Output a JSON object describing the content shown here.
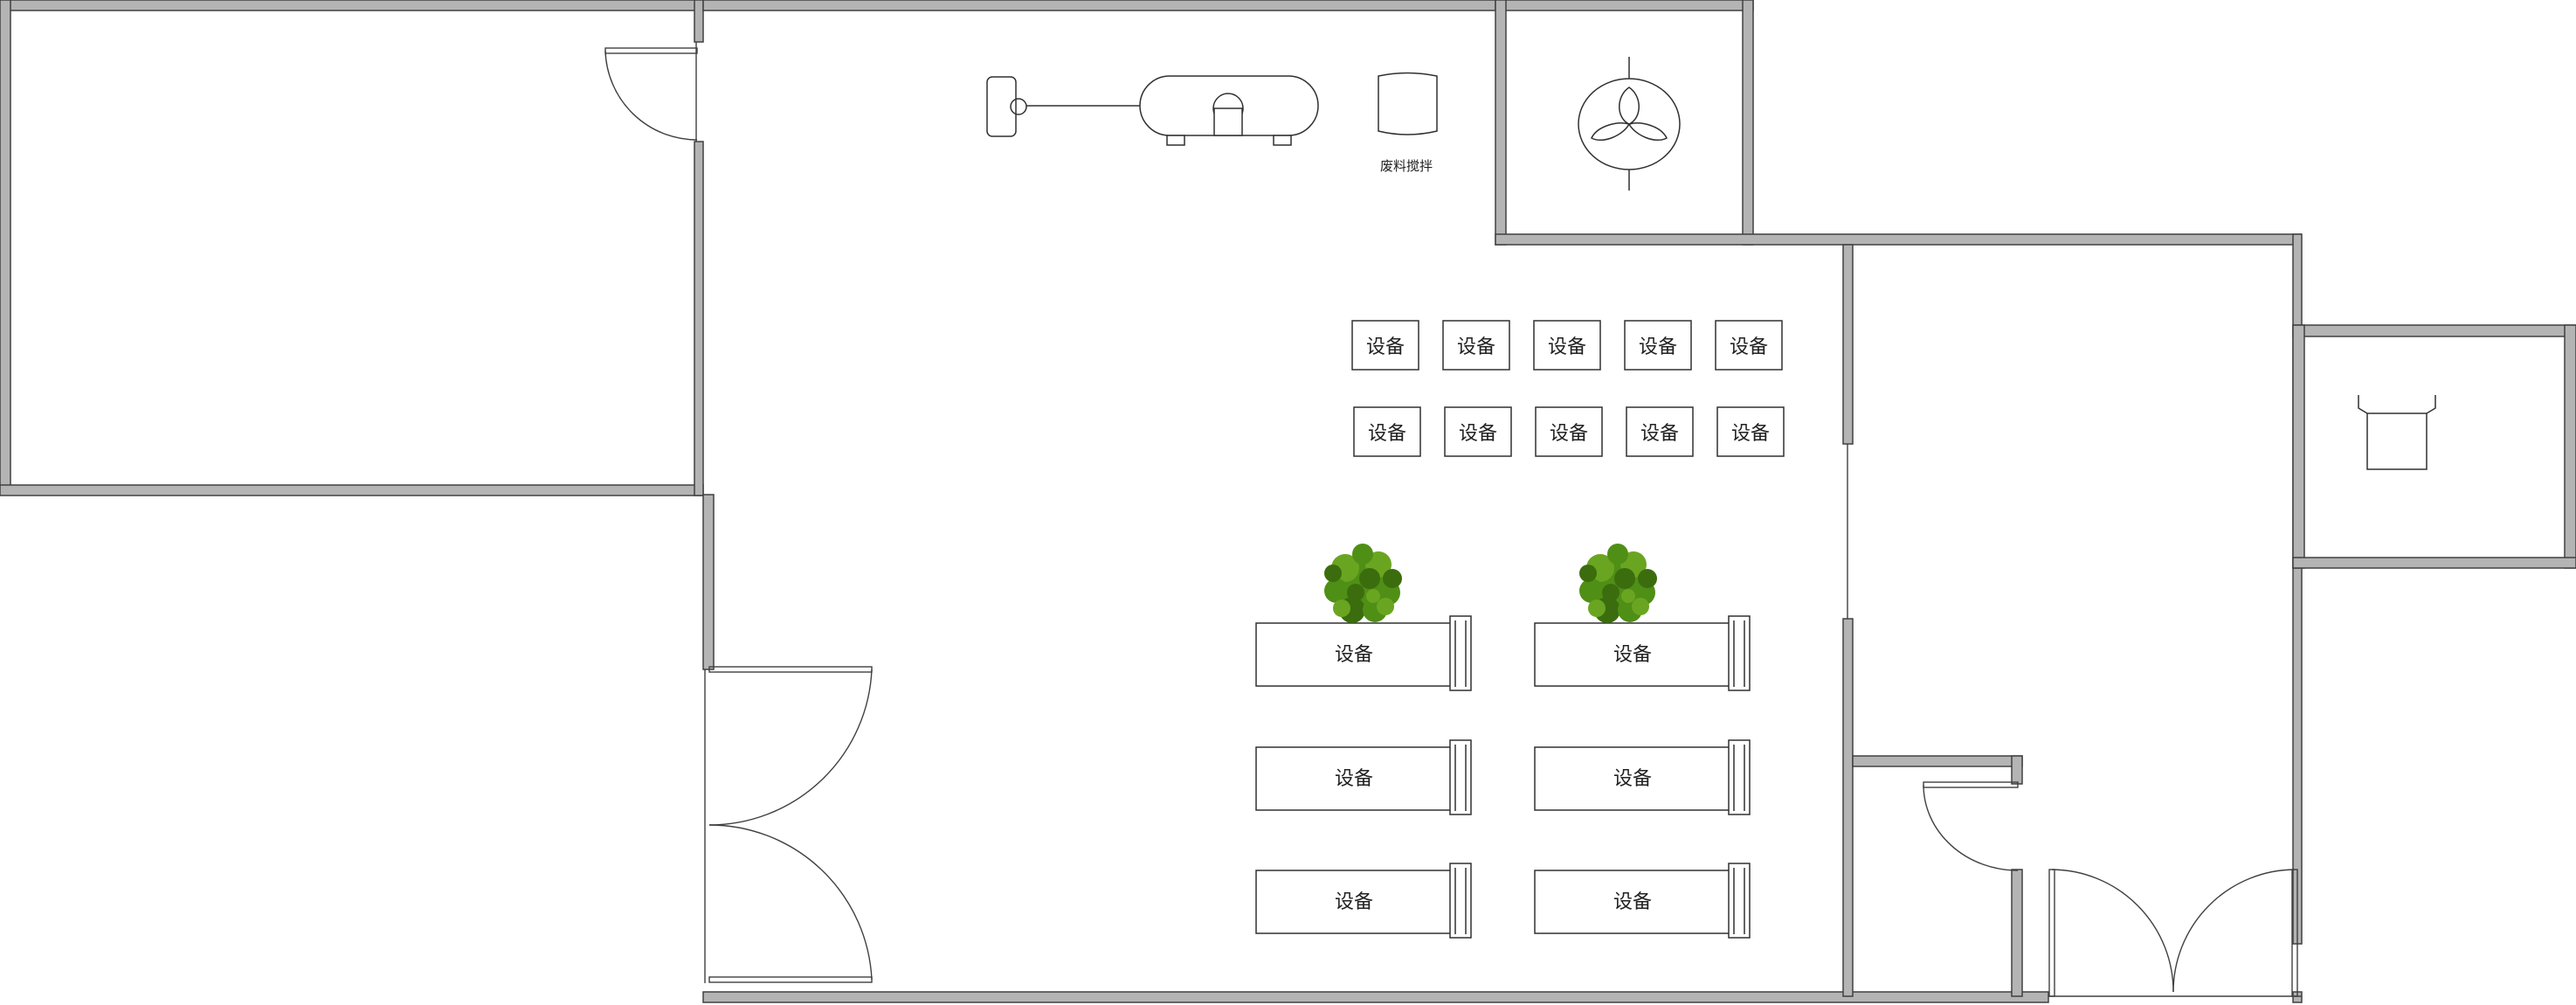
{
  "floor_plan": {
    "equipment_label": "设备",
    "mixer_label": "废料搅拌",
    "small_units": [
      "设备",
      "设备",
      "设备",
      "设备",
      "设备",
      "设备",
      "设备",
      "设备",
      "设备",
      "设备"
    ],
    "long_units": [
      "设备",
      "设备",
      "设备",
      "设备",
      "设备",
      "设备"
    ]
  },
  "colors": {
    "wall_fill": "#b4b4b4",
    "wall_stroke": "#404040",
    "plant_green": "#4f8f16"
  },
  "icons": [
    "fan-icon",
    "plant-icon",
    "tank-icon",
    "bottle-icon"
  ]
}
